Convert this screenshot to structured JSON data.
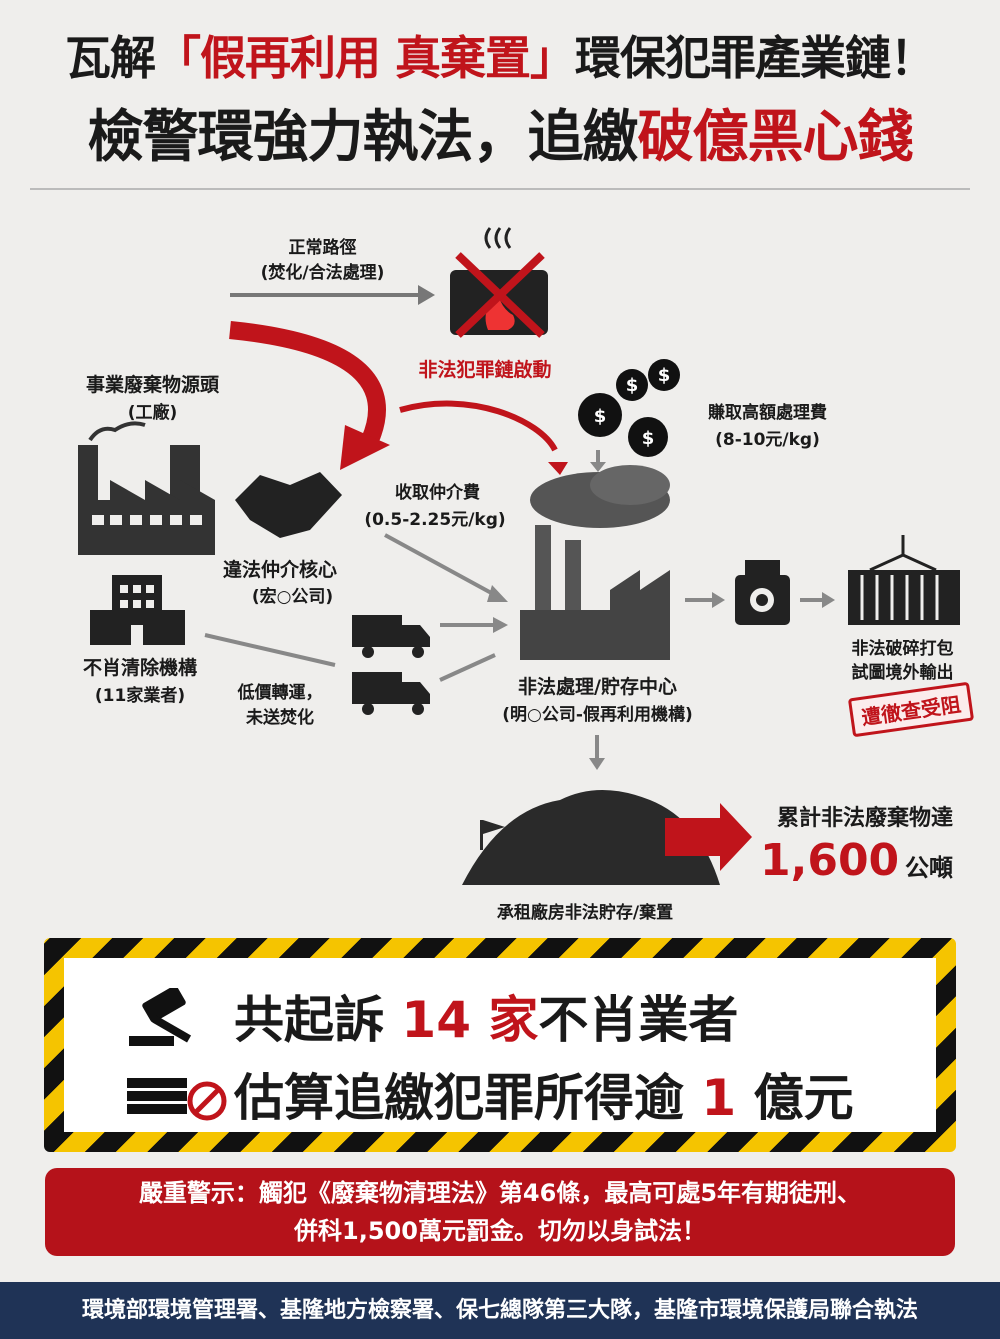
{
  "title": {
    "line1_a": "瓦解",
    "line1_red": "「假再利用 真棄置」",
    "line1_b": "環保犯罪產業鏈！",
    "line2_a": "檢警環強力執法，追繳",
    "line2_red": "破億黑心錢"
  },
  "flow": {
    "source_label": "事業廢棄物源頭",
    "source_sub": "(工廠)",
    "normal_path": "正常路徑",
    "normal_path_sub": "(焚化/合法處理)",
    "illegal_start": "非法犯罪鏈啟動",
    "fee_high": "賺取高額處理費",
    "fee_high_sub": "(8-10元/kg)",
    "broker_fee": "收取仲介費",
    "broker_fee_sub": "(0.5-2.25元/kg)",
    "broker_label": "違法仲介核心",
    "broker_sub": "(宏○公司)",
    "clearer_label": "不肖清除機構",
    "clearer_sub": "(11家業者)",
    "transport_1": "低價轉運，",
    "transport_2": "未送焚化",
    "center_label": "非法處理/貯存中心",
    "center_sub": "(明○公司-假再利用機構)",
    "export_1": "非法破碎打包",
    "export_2": "試圖境外輸出",
    "stamp": "遭徹查受阻",
    "pile_label": "承租廠房非法貯存/棄置",
    "total_label": "累計非法廢棄物達",
    "total_value": "1,600",
    "total_unit": "公噸"
  },
  "summary": {
    "line1_a": "共起訴 ",
    "line1_num": "14 家",
    "line1_b": "不肖業者",
    "line2_a": "估算追繳犯罪所得逾 ",
    "line2_num": "1",
    "line2_b": " 億元"
  },
  "warning": {
    "line1": "嚴重警示：觸犯《廢棄物清理法》第46條，最高可處5年有期徒刑、",
    "line2": "併科1,500萬元罰金。切勿以身試法！"
  },
  "footer": "環境部環境管理署、基隆地方檢察署、保七總隊第三大隊，基隆市環境保護局聯合執法",
  "colors": {
    "red": "#c0141b",
    "navy": "#1f3356",
    "yellow": "#f5c400"
  }
}
